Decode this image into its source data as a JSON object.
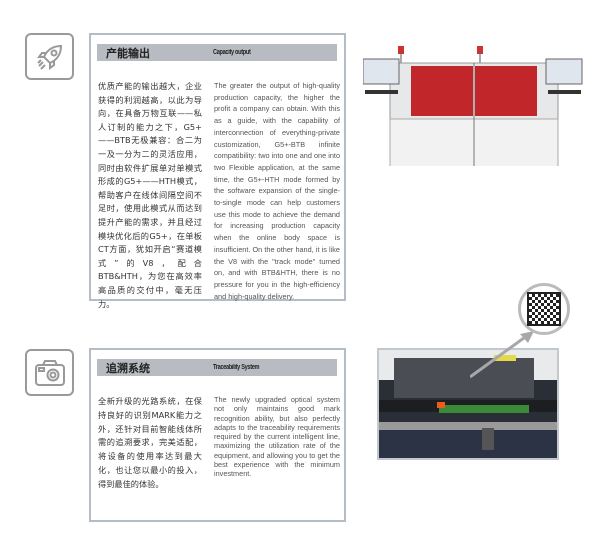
{
  "sections": [
    {
      "icon": "rocket-icon",
      "title_zh": "产能输出",
      "title_en": "Capacity output",
      "body_zh": "优质产能的输出越大，企业获得的利润越高，以此为导向，在具备万物互联——私人订制的能力之下，G5+——BTB无极兼容：合二为一及一分为二的灵活应用，同时由软件扩展单对单模式形成的G5+——HTH模式，帮助客户在线体间隔空间不足时，使用此模式从而达到提升产能的需求，并且经过模块优化后的G5+，在单板CT方面，犹如开启“赛道模式”的V8，配合BTB&HTH，为您在高效率高品质的交付中，毫无压力。",
      "body_en": "The greater the output of high-quality production capacity, the higher the profit a company can obtain. With this as a guide, with the capability of interconnection of everything-private customization, G5+-BTB infinite compatibility: two into one and one into two Flexible application, at the same time, the G5+-HTH mode formed by the software expansion of the single-to-single mode can help customers use this mode to achieve the demand for increasing production capacity when the online body space is insufficient. On the other hand, it is like the V8 with the \"track mode\" turned on, and with BTB&HTH, there is no pressure for you in the high-efficiency and high-quality delivery."
    },
    {
      "icon": "camera-icon",
      "title_zh": "追溯系统",
      "title_en": "Traceability System",
      "body_zh": "全新升级的光路系统，在保持良好的识别MARK能力之外，还针对目前智能线体所需的追溯要求，完美适配，将设备的使用率达到最大化，也让您以最小的投入，得到最佳的体验。",
      "body_en": "The newly upgraded optical system not only maintains good mark recognition ability, but also perfectly adapts to the traceability requirements required by the current intelligent line, maximizing the utilization rate of the equipment, and allowing you to get the best experience with the minimum investment."
    }
  ],
  "colors": {
    "header_bar": "#b8bcc2",
    "panel_border": "#b4bcc6",
    "machine_window": "#c0262a"
  }
}
